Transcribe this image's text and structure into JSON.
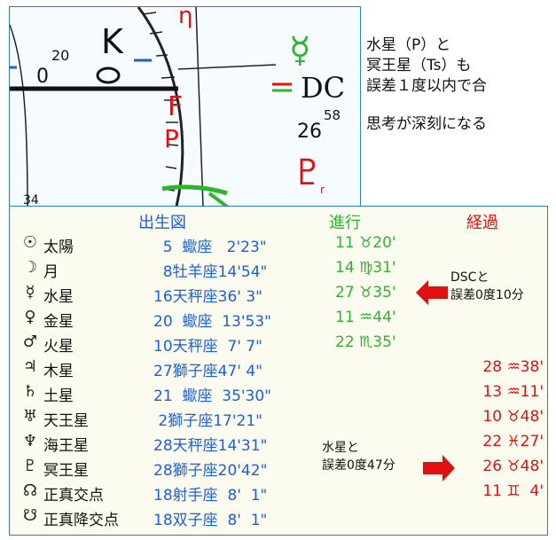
{
  "chart": {
    "labels": {
      "deg_20": "20",
      "deg_0": "0",
      "dc": "DC",
      "deg_26": "26",
      "deg_58": "58",
      "deg_34": "34",
      "r": "r"
    }
  },
  "note": {
    "line1": "水星（P）と",
    "line2": "冥王星（Ts）も",
    "line3": "誤差１度以内で合",
    "line4": "思考が深刻になる"
  },
  "table": {
    "headers": {
      "natal": "出生図",
      "progressed": "進行",
      "transit": "経過"
    },
    "rows": [
      {
        "glyph": "☉",
        "name": "太陽",
        "natal": "  5  蠍座   2'23\"",
        "progressed": "11 ♉20'",
        "transit": ""
      },
      {
        "glyph": "☽",
        "name": "月",
        "natal": "  8牡羊座14'54\"",
        "progressed": "14 ♍31'",
        "transit": ""
      },
      {
        "glyph": "☿",
        "name": "水星",
        "natal": "16天秤座36' 3\"",
        "progressed": "27 ♉35'",
        "transit": ""
      },
      {
        "glyph": "♀",
        "name": "金星",
        "natal": "20  蠍座  13'53\"",
        "progressed": "11 ♒44'",
        "transit": ""
      },
      {
        "glyph": "♂",
        "name": "火星",
        "natal": "10天秤座  7' 7\"",
        "progressed": "22 ♏35'",
        "transit": ""
      },
      {
        "glyph": "♃",
        "name": "木星",
        "natal": "27獅子座47' 4\"",
        "progressed": "",
        "transit": "28 ♒38'"
      },
      {
        "glyph": "♄",
        "name": "土星",
        "natal": "21  蠍座  35'30\"",
        "progressed": "",
        "transit": "13 ♒11'"
      },
      {
        "glyph": "♅",
        "name": "天王星",
        "natal": " 2獅子座17'21\"",
        "progressed": "",
        "transit": "10 ♉48'"
      },
      {
        "glyph": "♆",
        "name": "海王星",
        "natal": "28天秤座14'31\"",
        "progressed": "",
        "transit": "22 ♓27'"
      },
      {
        "glyph": "♇",
        "name": "冥王星",
        "natal": "28獅子座20'42\"",
        "progressed": "",
        "transit": "26 ♉48'"
      },
      {
        "glyph": "☊",
        "name": "正真交点",
        "natal": "18射手座  8'  1\"",
        "progressed": "",
        "transit": "11 ♊  4'"
      },
      {
        "glyph": "☋",
        "name": "正真降交点",
        "natal": "18双子座  8'  1\"",
        "progressed": "",
        "transit": ""
      }
    ],
    "callout1": {
      "line1": "DSCと",
      "line2": "誤差0度10分"
    },
    "callout2": {
      "line1": "水星と",
      "line2": "誤差0度47分"
    }
  },
  "colors": {
    "natal": "#1f5fd1",
    "progressed": "#2db52d",
    "transit": "#e01010",
    "arrow": "#e01010"
  }
}
